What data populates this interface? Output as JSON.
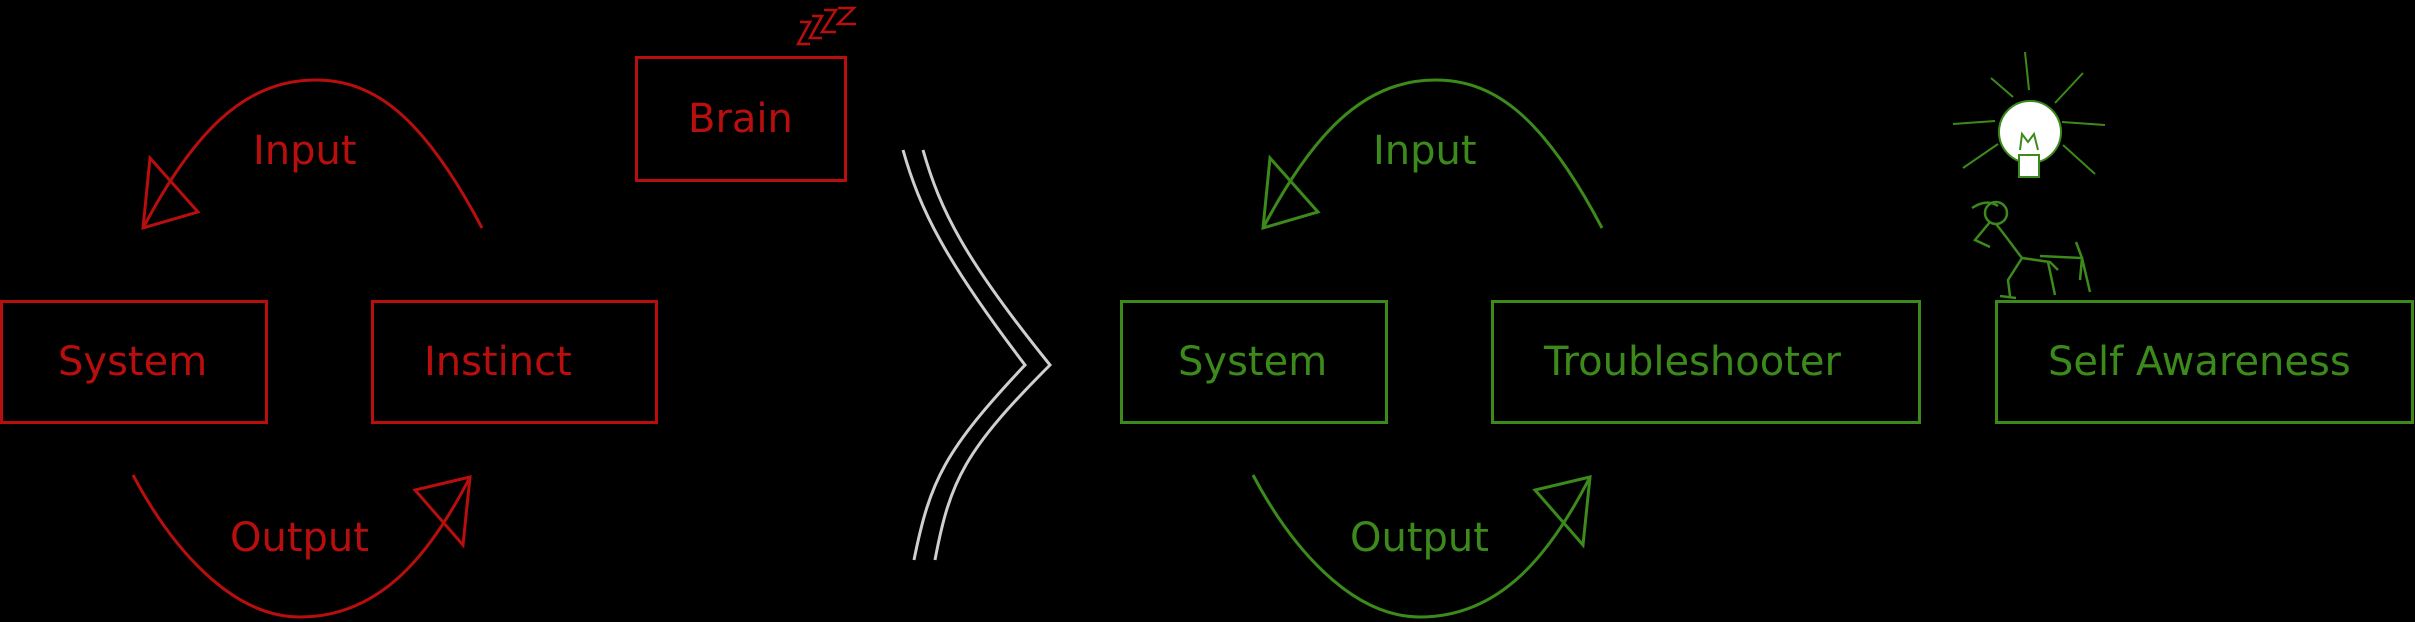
{
  "colors": {
    "left": "#b80e0e",
    "right": "#3c8a1c",
    "divider": "#cfcfcf",
    "background": "#000000"
  },
  "left": {
    "system": "System",
    "instinct": "Instinct",
    "brain": "Brain",
    "input": "Input",
    "output": "Output",
    "sleep_text": "ZZZ"
  },
  "right": {
    "system": "System",
    "troubleshooter": "Troubleshooter",
    "self_awareness": "Self Awareness",
    "input": "Input",
    "output": "Output"
  },
  "icons": [
    "sleep-zzz-icon",
    "chevron-right-icon",
    "lightbulb-icon",
    "thinking-person-icon"
  ]
}
